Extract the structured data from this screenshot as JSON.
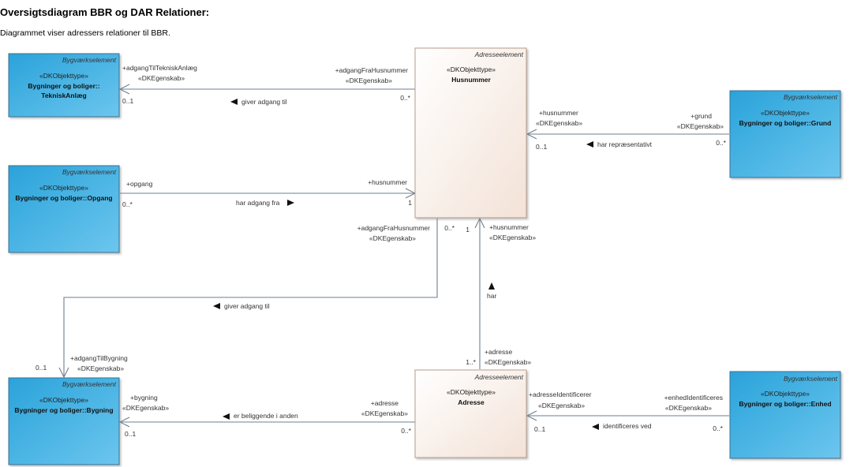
{
  "page": {
    "title": "Oversigtsdiagram BBR og DAR Relationer:",
    "description": "Diagrammet viser adressers relationer til BBR."
  },
  "classes": {
    "teknisk": {
      "stereotype_pkg": "Bygværkselement",
      "stereotype": "«DKObjekttype»",
      "name_line1": "Bygninger og boliger::",
      "name_line2": "TekniskAnlæg"
    },
    "opgang": {
      "stereotype_pkg": "Bygværkselement",
      "stereotype": "«DKObjekttype»",
      "name_line1": "Bygninger og boliger::Opgang"
    },
    "bygning": {
      "stereotype_pkg": "Bygværkselement",
      "stereotype": "«DKObjekttype»",
      "name_line1": "Bygninger og boliger::Bygning"
    },
    "husnummer": {
      "stereotype_pkg": "Adresseelement",
      "stereotype": "«DKObjekttype»",
      "name_line1": "Husnummer"
    },
    "adresse": {
      "stereotype_pkg": "Adresseelement",
      "stereotype": "«DKObjekttype»",
      "name_line1": "Adresse"
    },
    "grund": {
      "stereotype_pkg": "Bygværkselement",
      "stereotype": "«DKObjekttype»",
      "name_line1": "Bygninger og boliger::Grund"
    },
    "enhed": {
      "stereotype_pkg": "Bygværkselement",
      "stereotype": "«DKObjekttype»",
      "name_line1": "Bygninger og boliger::Enhed"
    }
  },
  "relations": {
    "teknisk_hus": {
      "end_a_role": "+adgangTilTekniskAnlæg",
      "end_a_stereo": "«DKEgenskab»",
      "end_a_mult": "0..1",
      "end_b_role": "+adgangFraHusnummer",
      "end_b_stereo": "«DKEgenskab»",
      "end_b_mult": "0..*",
      "name": "giver adgang til"
    },
    "opgang_hus": {
      "end_a_role": "+opgang",
      "end_a_mult": "0..*",
      "end_b_role": "+husnummer",
      "end_b_mult": "1",
      "name": "har adgang fra"
    },
    "hus_bygning": {
      "end_a_role": "+adgangFraHusnummer",
      "end_a_stereo": "«DKEgenskab»",
      "end_a_mult": "0..*",
      "end_b_role": "+adgangTilBygning",
      "end_b_stereo": "«DKEgenskab»",
      "end_b_mult": "0..1",
      "name": "giver adgang til"
    },
    "grund_hus": {
      "end_a_role": "+husnummer",
      "end_a_stereo": "«DKEgenskab»",
      "end_a_mult": "0..1",
      "end_b_role": "+grund",
      "end_b_stereo": "«DKEgenskab»",
      "end_b_mult": "0..*",
      "name": "har repræsentativt"
    },
    "adresse_hus": {
      "end_a_role": "+husnummer",
      "end_a_stereo": "«DKEgenskab»",
      "end_a_mult": "1",
      "end_b_role": "+adresse",
      "end_b_stereo": "«DKEgenskab»",
      "end_b_mult": "1..*",
      "name": "har"
    },
    "adresse_bygning": {
      "end_a_role": "+bygning",
      "end_a_stereo": "«DKEgenskab»",
      "end_a_mult": "0..1",
      "end_b_role": "+adresse",
      "end_b_stereo": "«DKEgenskab»",
      "end_b_mult": "0..*",
      "name": "er beliggende i anden"
    },
    "enhed_adresse": {
      "end_a_role": "+adresseIdentificerer",
      "end_a_stereo": "«DKEgenskab»",
      "end_a_mult": "0..1",
      "end_b_role": "+enhedIdentificeres",
      "end_b_stereo": "«DKEgenskab»",
      "end_b_mult": "0..*",
      "name": "identificeres ved"
    }
  },
  "colors": {
    "bbr_fill": "#4fb6e3",
    "dar_fill": "#f7ede6",
    "line": "#6e7f8f",
    "text": "#333333"
  }
}
